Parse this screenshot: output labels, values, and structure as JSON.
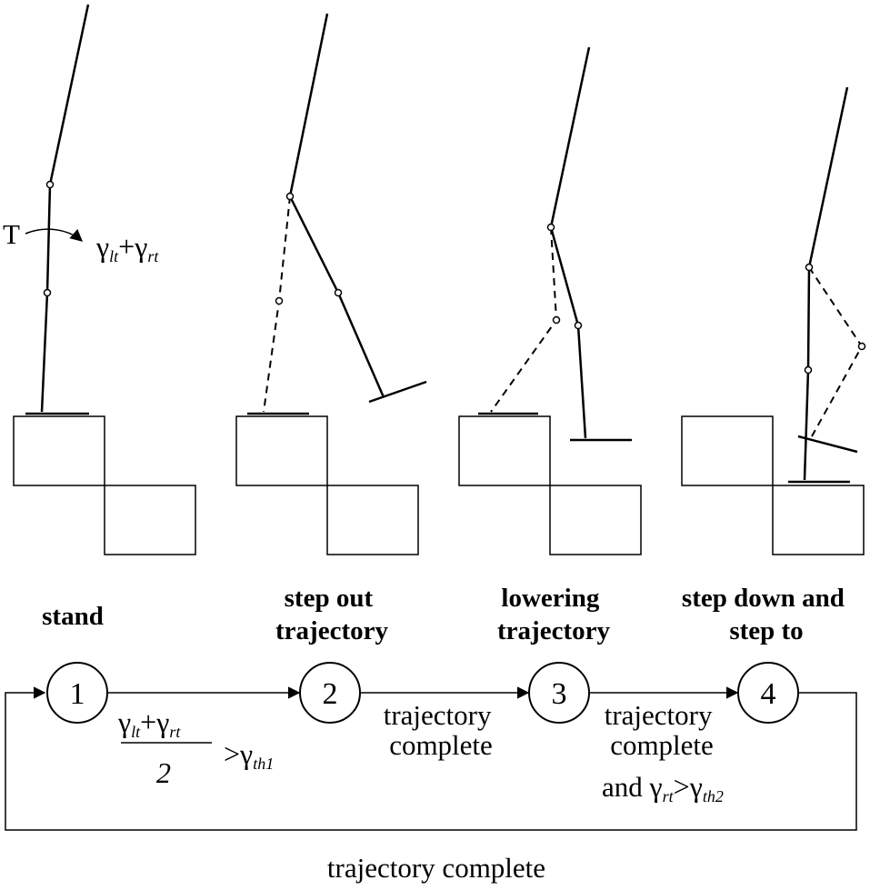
{
  "stages": [
    {
      "lines": [
        "stand"
      ]
    },
    {
      "lines": [
        "step out",
        "trajectory"
      ]
    },
    {
      "lines": [
        "lowering",
        "trajectory"
      ]
    },
    {
      "lines": [
        "step down and",
        "step to"
      ]
    }
  ],
  "annotation": {
    "T_label": "T",
    "gamma": "γ",
    "plus": "+",
    "sub_lt": "lt",
    "sub_rt": "rt"
  },
  "states": [
    "1",
    "2",
    "3",
    "4"
  ],
  "transitions": {
    "t12": {
      "plus": "+",
      "denominator": "2",
      "gt": ">",
      "sub_th1": "th1"
    },
    "t23": {
      "lines": [
        "trajectory",
        "complete"
      ]
    },
    "t34": {
      "lines": [
        "trajectory",
        "complete"
      ],
      "and": "and ",
      "gt": ">",
      "sub_th2": "th2"
    },
    "t41": {
      "label": "trajectory complete"
    }
  }
}
